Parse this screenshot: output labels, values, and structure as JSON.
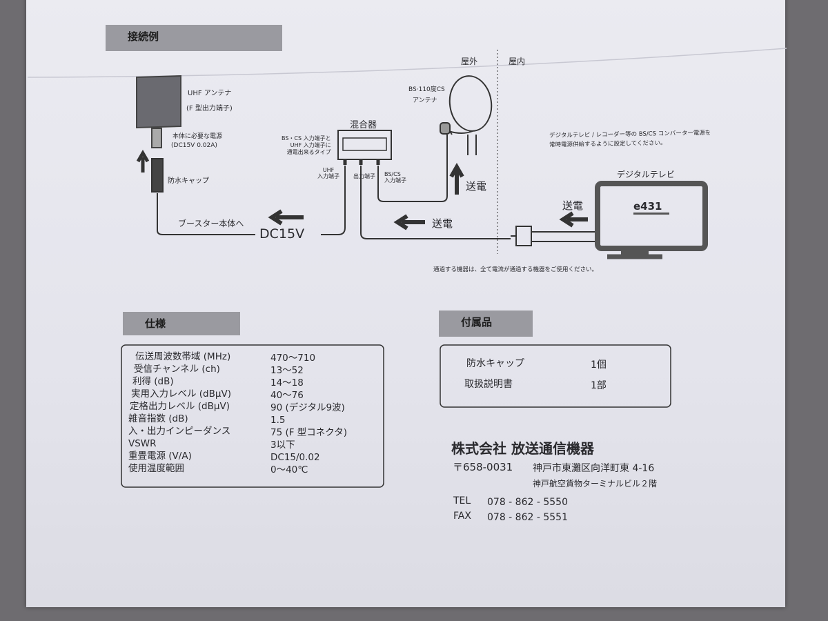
{
  "sections": {
    "connection": "接続例",
    "specs": "仕様",
    "accessories": "付属品"
  },
  "diagram": {
    "outdoor": "屋外",
    "indoor": "屋内",
    "uhf_antenna": "UHF アンテナ",
    "f_type": "(F 型出力端子)",
    "power_req_1": "本体に必要な電源",
    "power_req_2": "(DC15V 0.02A)",
    "waterproof_cap": "防水キャップ",
    "to_booster": "ブースター本体へ",
    "dc15v": "DC15V",
    "mixer": "混合器",
    "mixer_note_1": "BS・CS 入力端子と",
    "mixer_note_2": "UHF 入力端子に",
    "mixer_note_3": "通電出来るタイプ",
    "uhf_in_1": "UHF",
    "uhf_in_2": "入力端子",
    "out_port": "出力端子",
    "bscs_in_1": "BS/CS",
    "bscs_in_2": "入力端子",
    "bs_antenna_1": "BS·110度CS",
    "bs_antenna_2": "アンテナ",
    "power_feed": "送電",
    "tv_note_1": "デジタルテレビ / レコーダー等の BS/CS コンバーター電源を",
    "tv_note_2": "常時電源供給するように設定してください。",
    "digital_tv": "デジタルテレビ",
    "tv_logo": "e431",
    "pass_note": "通過する機器は、全て電流が通過する機器をご使用ください。"
  },
  "specs": [
    {
      "label": "伝送周波数帯域 (MHz)",
      "value": "470～710"
    },
    {
      "label": "受信チャンネル (ch)",
      "value": "13～52"
    },
    {
      "label": "利得 (dB)",
      "value": "14～18"
    },
    {
      "label": "実用入力レベル (dBμV)",
      "value": "40～76"
    },
    {
      "label": "定格出力レベル (dBμV)",
      "value": "90 (デジタル9波)"
    },
    {
      "label": "雑音指数 (dB)",
      "value": "1.5"
    },
    {
      "label": "入・出力インピーダンス",
      "value": "75 (F 型コネクタ)"
    },
    {
      "label": "VSWR",
      "value": "3以下"
    },
    {
      "label": "重畳電源 (V/A)",
      "value": "DC15/0.02"
    },
    {
      "label": "使用温度範囲",
      "value": "0～40℃"
    }
  ],
  "accessories": [
    {
      "item": "防水キャップ",
      "qty": "1個"
    },
    {
      "item": "取扱説明書",
      "qty": "1部"
    }
  ],
  "company": {
    "name": "株式会社 放送通信機器",
    "postal": "〒658-0031",
    "address_1": "神戸市東灘区向洋町東 4-16",
    "address_2": "神戸航空貨物ターミナルビル２階",
    "tel_label": "TEL",
    "tel": "078 - 862 - 5550",
    "fax_label": "FAX",
    "fax": "078 - 862 - 5551"
  }
}
